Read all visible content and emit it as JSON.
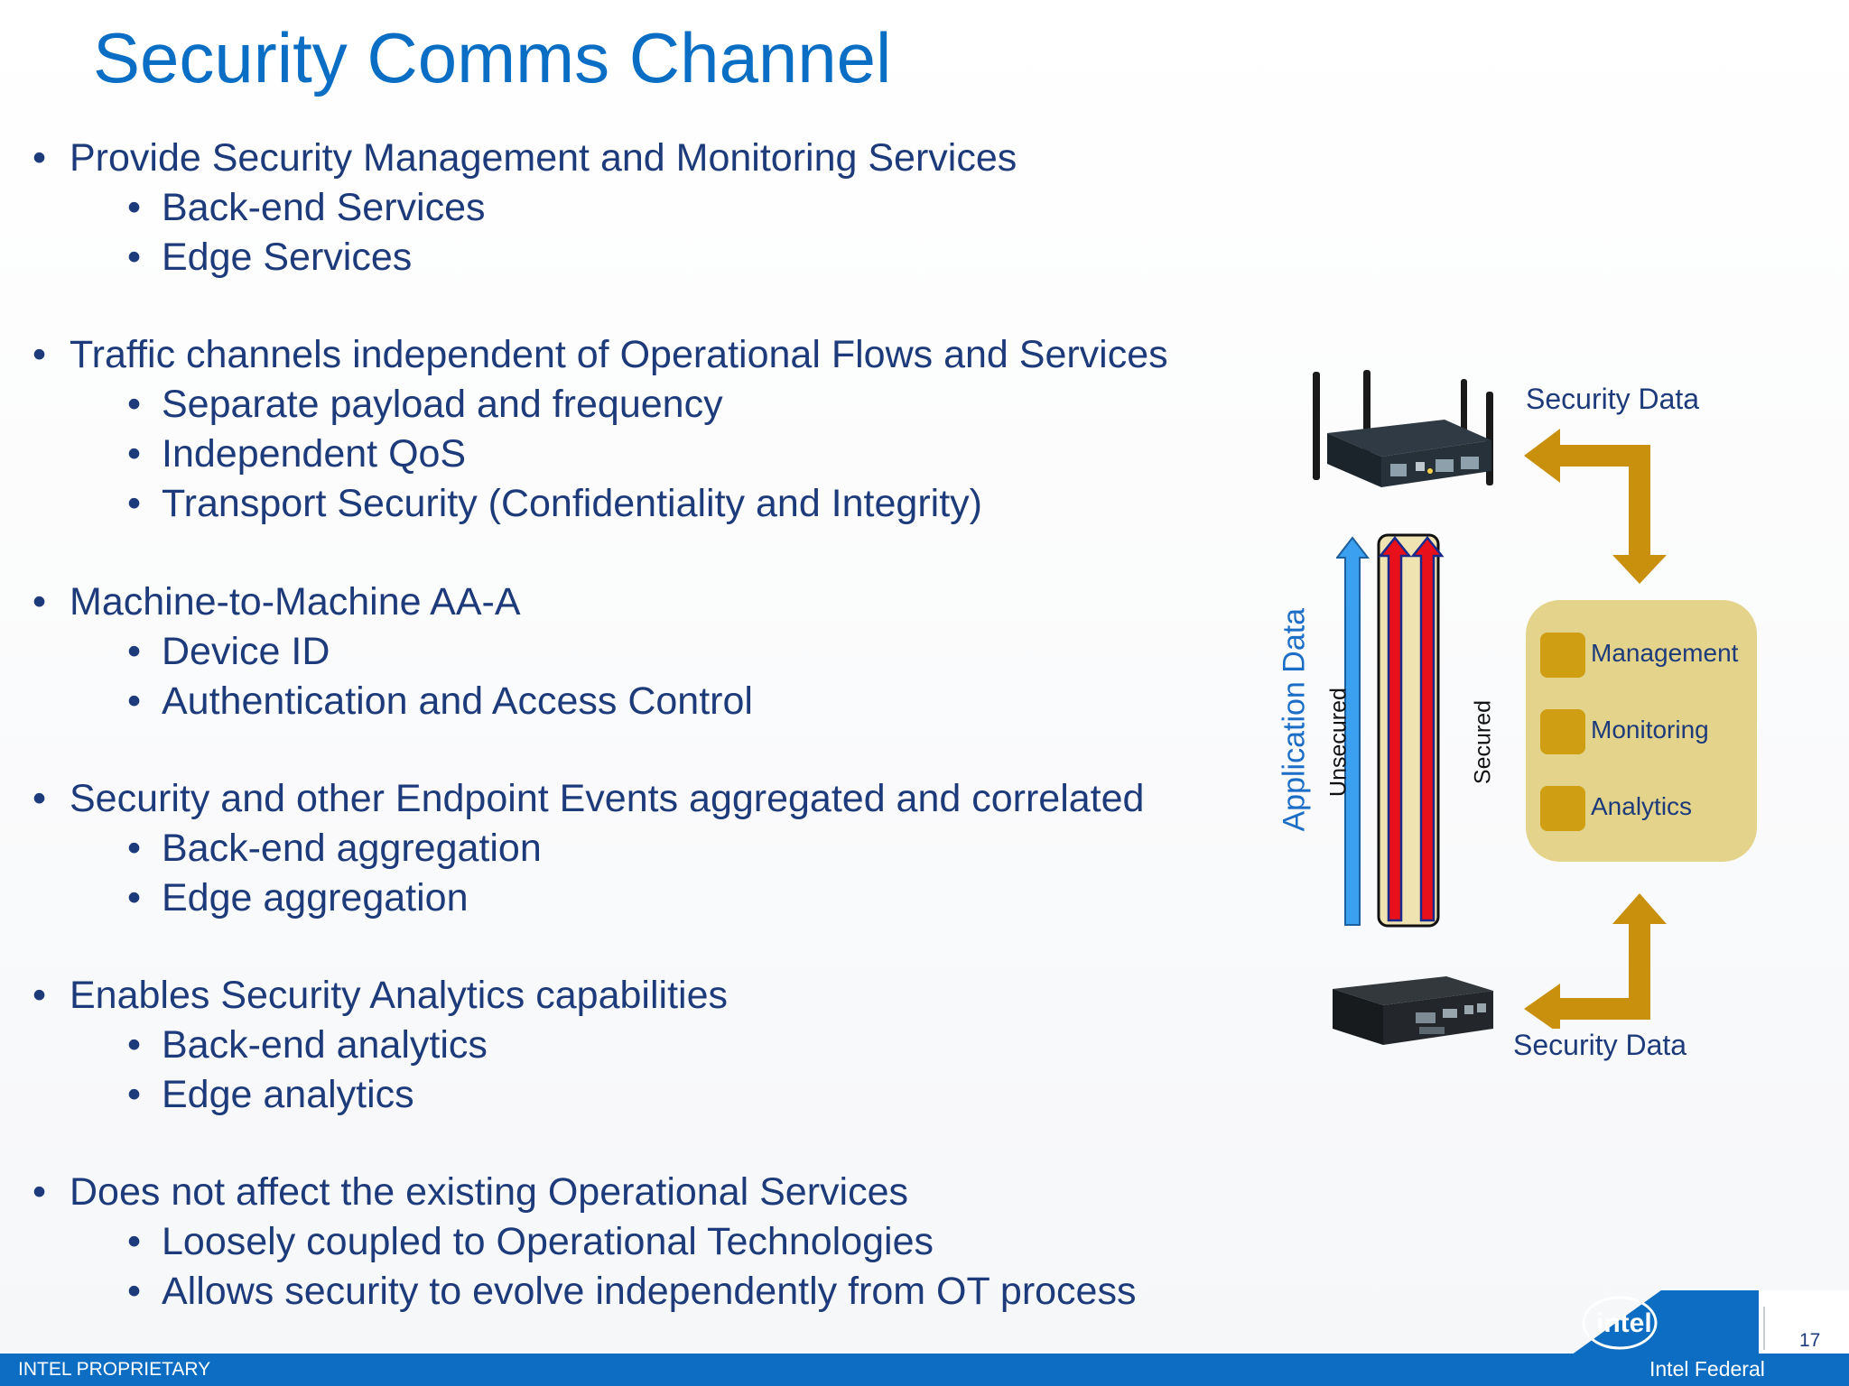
{
  "title": "Security Comms Channel",
  "bullets": [
    {
      "text": "Provide Security Management and Monitoring Services",
      "sub": [
        "Back-end Services",
        "Edge Services"
      ]
    },
    {
      "text": "Traffic channels independent of Operational Flows and Services",
      "sub": [
        "Separate payload and frequency",
        "Independent QoS",
        "Transport Security (Confidentiality and Integrity)"
      ]
    },
    {
      "text": "Machine-to-Machine AA-A",
      "sub": [
        "Device ID",
        "Authentication and Access Control"
      ]
    },
    {
      "text": "Security and other Endpoint Events aggregated and correlated",
      "sub": [
        "Back-end aggregation",
        "Edge aggregation"
      ]
    },
    {
      "text": "Enables Security Analytics capabilities",
      "sub": [
        "Back-end analytics",
        "Edge analytics"
      ]
    },
    {
      "text": "Does not affect the existing Operational Services",
      "sub": [
        "Loosely coupled to Operational Technologies",
        "Allows security to evolve independently from OT process"
      ]
    }
  ],
  "bullet_char": "•",
  "diagram": {
    "security_data_top": "Security Data",
    "security_data_bottom": "Security Data",
    "application_data": "Application Data",
    "unsecured": "Unsecured",
    "secured": "Secured",
    "services": [
      "Management",
      "Monitoring",
      "Analytics"
    ],
    "colors": {
      "arrow_gold": "#c8900c",
      "box_fill": "#e3d38b",
      "item_fill": "#cf9e12",
      "unsecured_arrow": "#3aa0ef",
      "secured_arrow": "#e8101a",
      "channel_fill": "#efe3b2"
    }
  },
  "footer": {
    "left": "INTEL PROPRIETARY",
    "right": "Intel Federal",
    "page_number": "17",
    "logo_text": "intel"
  },
  "colors": {
    "title": "#0a6ec4",
    "body_text": "#1d3b7a",
    "footer_bar": "#0d6dc2"
  }
}
